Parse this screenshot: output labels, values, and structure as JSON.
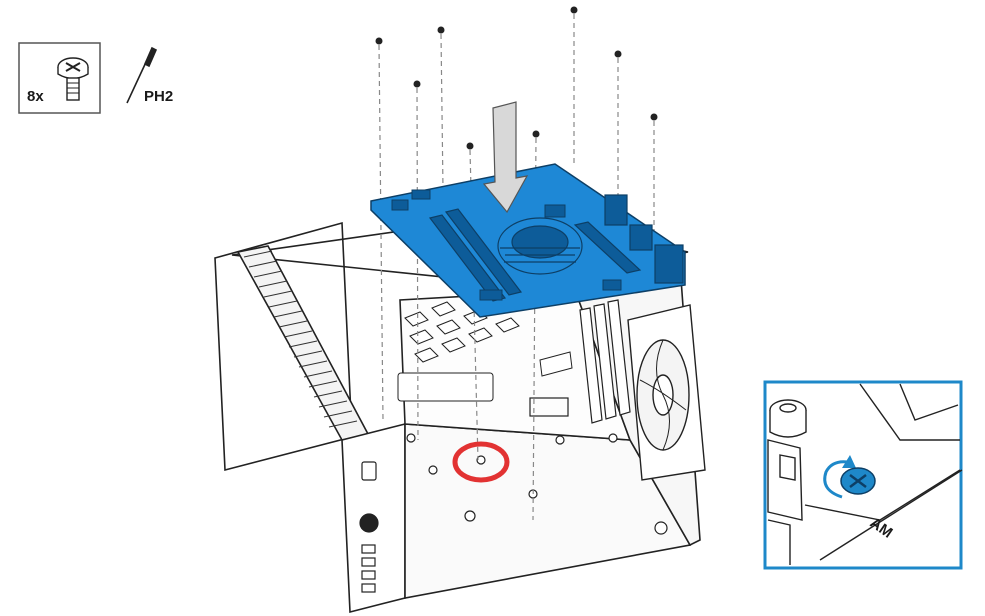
{
  "screw_badge": {
    "quantity": "8x",
    "icon": "screw-icon"
  },
  "tool_label": {
    "name": "PH2",
    "icon": "screwdriver-icon"
  },
  "detail_inset": {
    "marking": "AM",
    "frame_color": "#1e88c9",
    "screw_color": "#1e88c9"
  },
  "colors": {
    "motherboard": "#1e88d6",
    "motherboard_dark": "#0d5c99",
    "highlight_ring": "#e23232",
    "arrow": "#d8d8d8",
    "line": "#222222",
    "guide": "#888888"
  }
}
